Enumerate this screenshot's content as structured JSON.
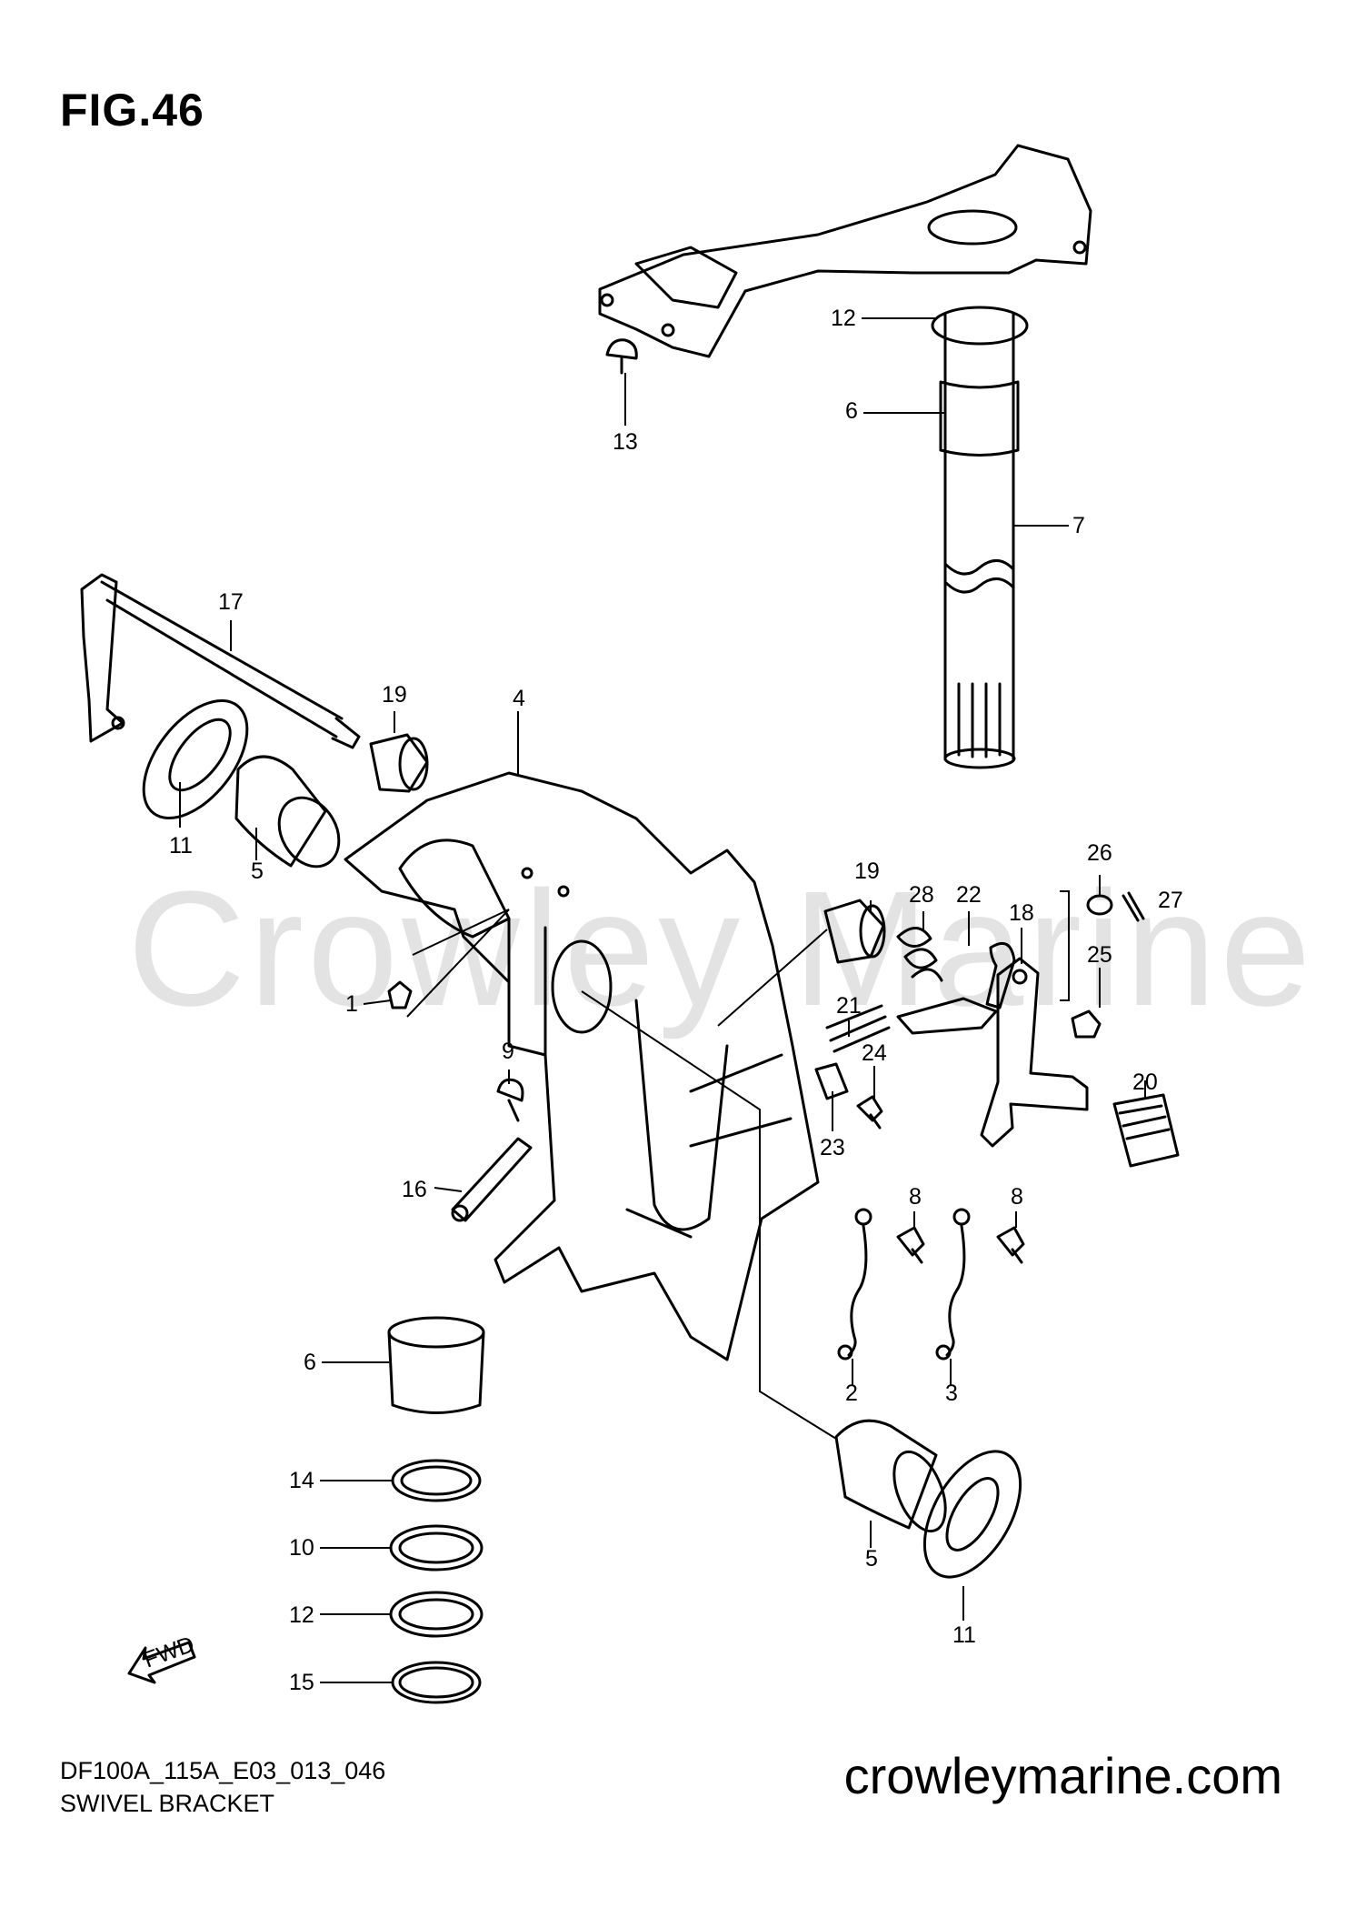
{
  "figure": {
    "title": "FIG.46"
  },
  "watermark": "Crowley Marine",
  "footer": {
    "code": "DF100A_115A_E03_013_046",
    "name": "SWIVEL BRACKET",
    "site": "crowleymarine.com"
  },
  "fwd_label": "FWD",
  "callouts": [
    "1",
    "2",
    "3",
    "4",
    "5",
    "5",
    "6",
    "6",
    "7",
    "8",
    "8",
    "9",
    "10",
    "11",
    "11",
    "12",
    "12",
    "13",
    "14",
    "15",
    "16",
    "17",
    "18",
    "19",
    "19",
    "20",
    "21",
    "22",
    "23",
    "24",
    "25",
    "26",
    "27",
    "28"
  ],
  "colors": {
    "ink": "#000000",
    "watermark": "#e3e3e3",
    "background": "#ffffff"
  }
}
